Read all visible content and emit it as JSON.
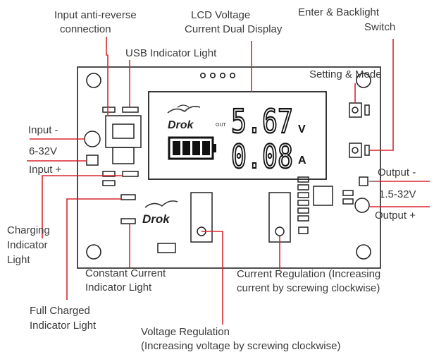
{
  "labels": {
    "input_anti_reverse": [
      "Input anti-reverse",
      "connection"
    ],
    "usb_indicator": "USB Indicator Light",
    "lcd_display": [
      "LCD Voltage",
      "Current Dual Display"
    ],
    "enter_backlight": [
      "Enter & Backlight",
      "Switch"
    ],
    "setting_mode": "Setting & Mode",
    "input_minus": "Input -",
    "input_voltage": "6-32V",
    "input_plus": "Input +",
    "output_minus": "Output -",
    "output_voltage": "1.5-32V",
    "output_plus": "Output +",
    "charging_indicator": [
      "Charging",
      "Indicator",
      "Light"
    ],
    "constant_current": [
      "Constant Current",
      "Indicator Light"
    ],
    "current_regulation": [
      "Current Regulation (Increasing",
      "current by screwing clockwise)"
    ],
    "full_charged": [
      "Full Charged",
      "Indicator Light"
    ],
    "voltage_regulation": [
      "Voltage Regulation",
      "(Increasing voltage by screwing clockwise)"
    ]
  },
  "lcd": {
    "brand": "Drok",
    "out_label": "OUT",
    "voltage_value": "5.67",
    "voltage_unit": "V",
    "current_value": "0.08",
    "current_unit": "A"
  },
  "board_logo": "Drok",
  "colors": {
    "leader_line": "#d8262f",
    "board_outline": "#222222",
    "text": "#3a3a3a"
  }
}
